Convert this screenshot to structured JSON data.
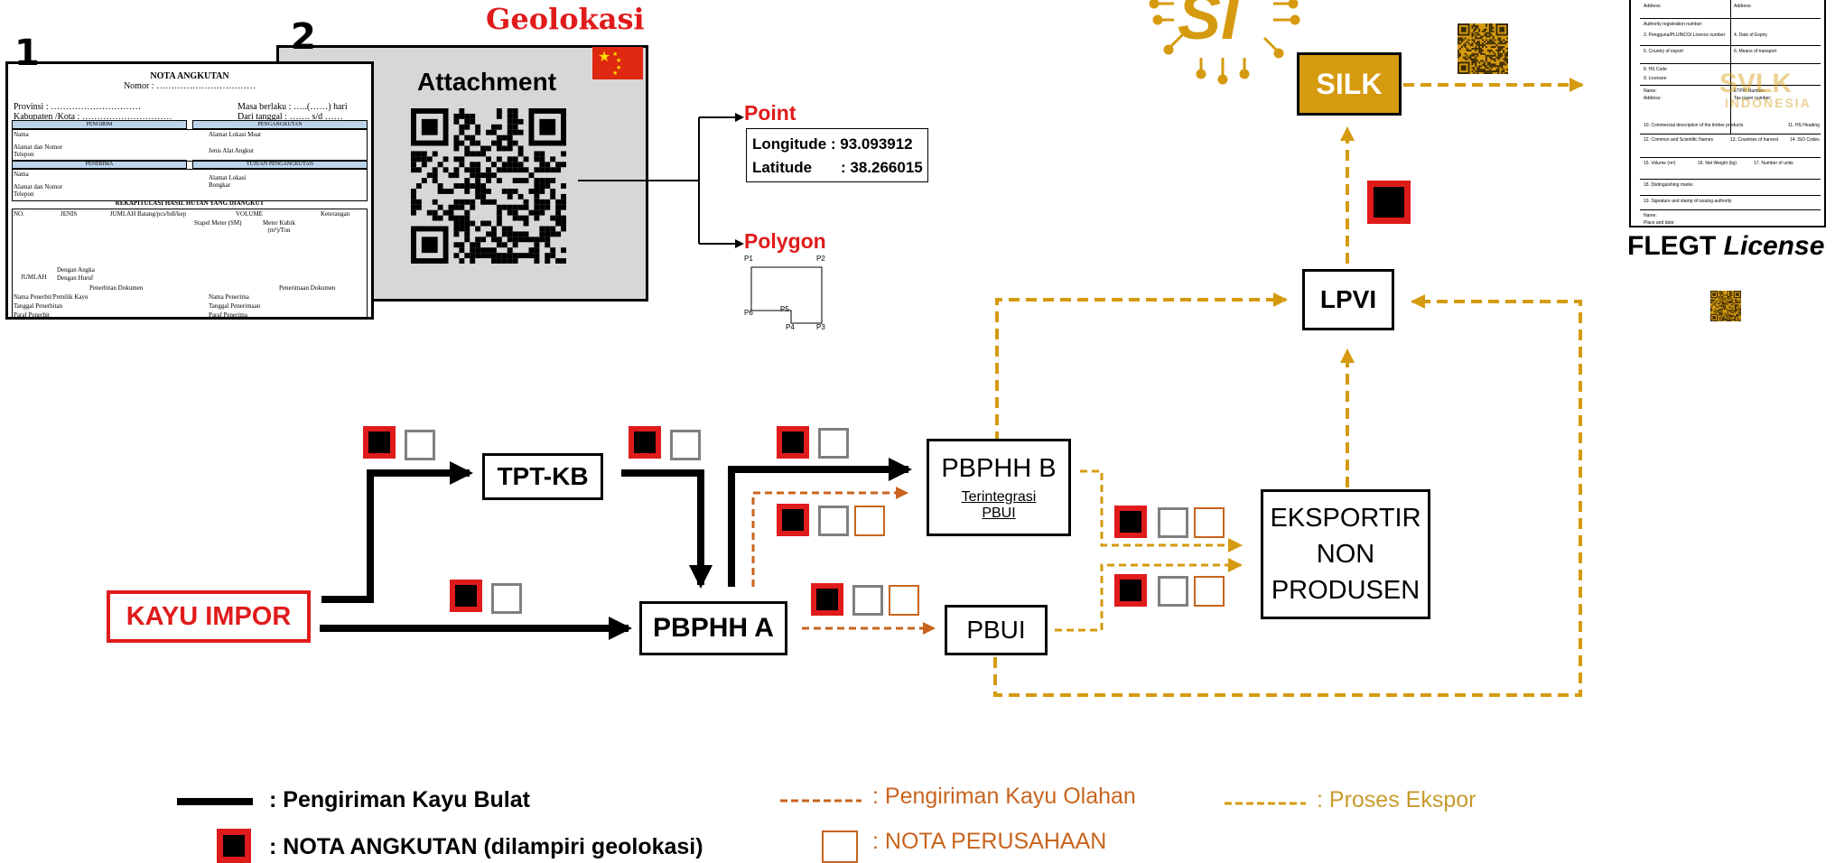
{
  "title": "Geolokasi",
  "document1": {
    "number": "1",
    "heading": "NOTA ANGKUTAN",
    "nomor": "Nomor : ……………………………",
    "provinsi": "Provinsi                :  …………………………",
    "kabupaten": "Kabupaten /Kota    :  …………………………",
    "masa": "Masa berlaku    :  …..(……) hari",
    "dari": "Dari tanggal       :  ……. s/d ……",
    "pengirim": "PENGIRIM",
    "pengangkutan": "PENGANGKUTAN",
    "penerima": "PENERIMA",
    "tujuan": "TUJUAN PENGANGKUTAN",
    "rekap": "REKAPITULASI HASIL HUTAN YANG DIANGKUT",
    "jumlah": "JUMLAH",
    "nama": "Nama",
    "alamat": "Alamat dan Nomor Telepon",
    "alamat_muat": "Alamat Lokasi Muat",
    "jenis_alat": "Jenis Alat Angkut",
    "alamat_bongkar": "Alamat Lokasi Bongkar",
    "col_no": "NO.",
    "col_jenis": "JENIS",
    "col_jumlah": "JUMLAH Batang/pcs/bdl/kep",
    "col_volume": "VOLUME",
    "col_stapel": "Stapel Meter (SM)",
    "col_kubik": "Meter Kubik (m³)/Ton",
    "col_ket": "Keterangan",
    "dengan_angka": "Dengan Angka",
    "dengan_huruf": "Dengan Huruf",
    "penerbitan": "Penerbitan Dokumen",
    "penerimaan": "Penerimaan Dokumen",
    "nama_penerbit": "Nama Penerbit/Pemilik Kayu",
    "tanggal_penerbitan": "Tanggal Penerbitan",
    "paraf_penerbit": "Paraf Penerbit",
    "nama_penerima": "Nama Penerima",
    "tanggal_penerimaan": "Tanggal Penerimaan",
    "paraf_penerima": "Paraf Penerima"
  },
  "document2": {
    "number": "2",
    "title": "Attachment"
  },
  "geo": {
    "point_label": "Point",
    "longitude_label": "Longitude",
    "longitude_value": ": 93.093912",
    "latitude_label": "Latitude",
    "latitude_value": ": 38.266015",
    "polygon_label": "Polygon",
    "polygon_points": [
      "P1",
      "P2",
      "P3",
      "P4",
      "P5",
      "P6"
    ]
  },
  "nodes": {
    "kayu_impor": "KAYU IMPOR",
    "tpt_kb": "TPT-KB",
    "pbphh_a": "PBPHH A",
    "pbphh_b": "PBPHH B",
    "pbphh_b_sub1": "Terintegrasi",
    "pbphh_b_sub2": "PBUI",
    "pbui": "PBUI",
    "eksportir_1": "EKSPORTIR",
    "eksportir_2": "NON",
    "eksportir_3": "PRODUSEN",
    "lpvi": "LPVI",
    "silk": "SILK",
    "si_logo": "SI"
  },
  "license": {
    "watermark_1": "SVLK",
    "watermark_2": "INDONESIA",
    "caption_prefix": "FLEGT ",
    "caption_italic": "License",
    "fields": [
      "Address:",
      "Address:",
      "Authority registration number:",
      "3. Pengguna/PLUINCO/ Licence number",
      "4. Date of Expiry",
      "5. Country of export",
      "6. Means of transport",
      "8. HS Code",
      "9. Licensee",
      "Name:",
      "Address:",
      "ETPIK Number:",
      "Tax payer number:",
      "10. Commercial description of the timber products",
      "11. HS Heading",
      "12. Common and Scientific Names",
      "13. Countries of harvest",
      "14. ISO Codes",
      "15. Volume (m³)",
      "16. Net Weight (kg)",
      "17. Number of units",
      "18. Distinguishing marks",
      "19. Signature and stamp of issuing authority",
      "Name:",
      "Place and date:"
    ]
  },
  "legend": {
    "kayu_bulat": ": Pengiriman Kayu Bulat",
    "kayu_olahan": ": Pengiriman Kayu Olahan",
    "proses_ekspor": ": Proses Ekspor",
    "nota_angkutan": ": NOTA ANGKUTAN (dilampiri geolokasi)",
    "nota_perusahaan": ": NOTA PERUSAHAAN"
  },
  "colors": {
    "black_flow": "#000000",
    "orange_flow": "#c8641e",
    "gold_flow": "#d59a0f",
    "red_accent": "#e01b1b",
    "grey_badge": "#7f7f7f",
    "doc_band": "#bcd3ea",
    "doc2_background": "#d7d7d7"
  },
  "icons": [
    "qr-code-icon",
    "china-flag-icon",
    "circuit-si-logo-icon",
    "arrow-icon"
  ]
}
